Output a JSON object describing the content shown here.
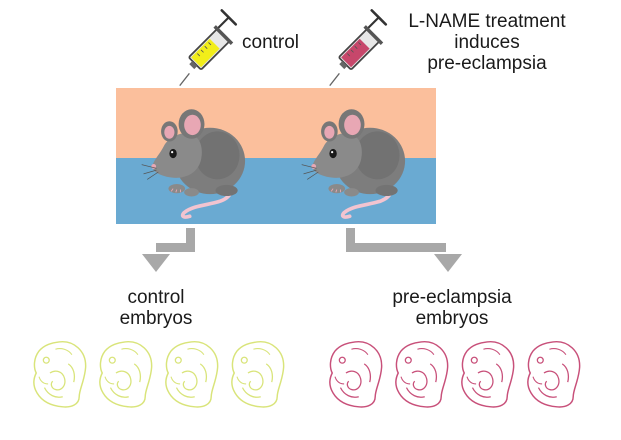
{
  "labels": {
    "control": "control",
    "treatment": [
      "L-NAME treatment",
      "induces",
      "pre-eclampsia"
    ],
    "control_embryos": [
      "control",
      "embryos"
    ],
    "preeclampsia_embryos": [
      "pre-eclampsia",
      "embryos"
    ]
  },
  "colors": {
    "band_top": "#fbbf9c",
    "band_bottom": "#6aaad2",
    "arrow": "#a8a8a8",
    "mouse_body": "#7d7d7d",
    "mouse_ear": "#e8a7b4",
    "mouse_tail": "#f2c4d0",
    "control_fluid": "#f2ee1a",
    "treatment_fluid": "#c7476b",
    "control_embryo": "#d9e47a",
    "preeclampsia_embryo": "#c8507a"
  },
  "embryos": {
    "control_count": 4,
    "preeclampsia_count": 4
  }
}
